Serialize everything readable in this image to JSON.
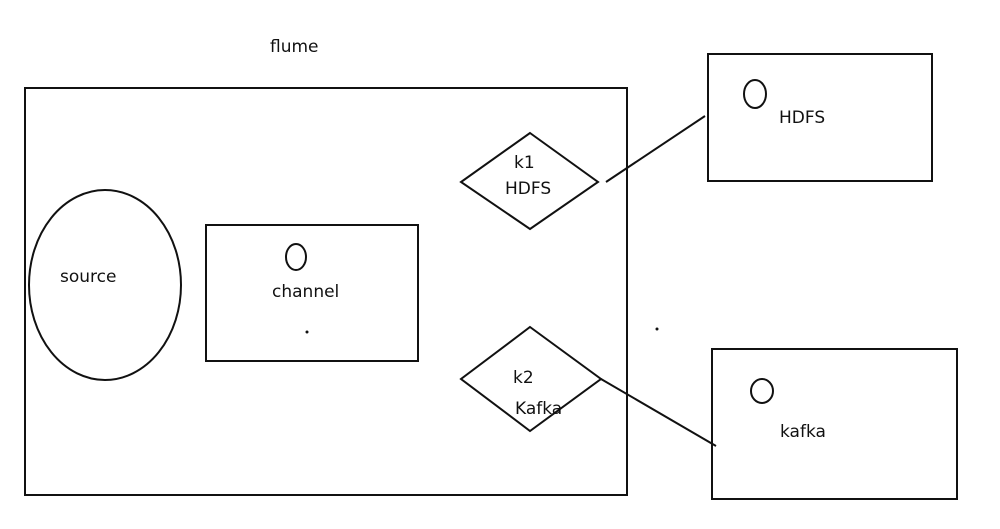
{
  "diagram": {
    "title": "flume",
    "source_label": "source",
    "channel_label": "channel",
    "sinks": [
      {
        "name": "k1",
        "target": "HDFS"
      },
      {
        "name": "k2",
        "target": "Kafka"
      }
    ],
    "destinations": [
      {
        "label": "HDFS"
      },
      {
        "label": "kafka"
      }
    ]
  }
}
